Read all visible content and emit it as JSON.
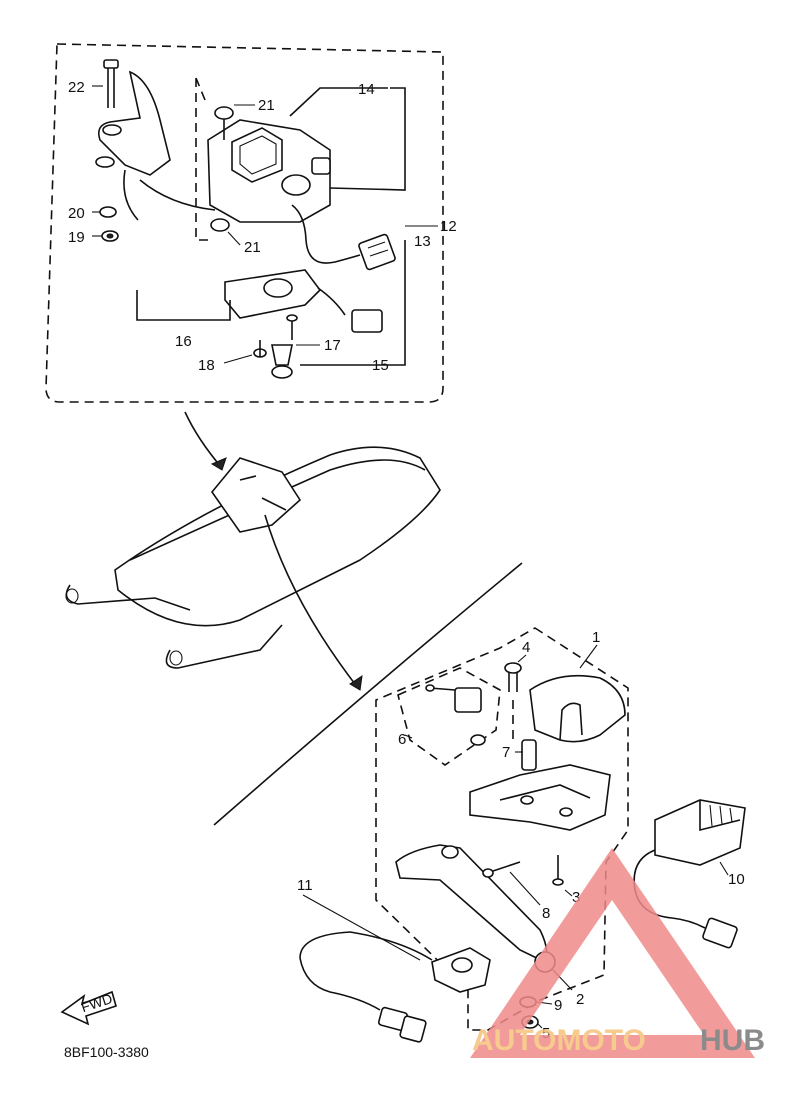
{
  "diagram_code": "8BF100-3380",
  "direction_label": "FWD",
  "watermark": {
    "part1": "AUTOMOTO",
    "part2": "HUB",
    "accent": "#f08a8a",
    "text_color": "#f5c27a",
    "hub_color": "#777777"
  },
  "callouts": [
    "1",
    "2",
    "3",
    "4",
    "5",
    "6",
    "7",
    "8",
    "9",
    "10",
    "11",
    "12",
    "13",
    "14",
    "15",
    "16",
    "17",
    "18",
    "19",
    "20",
    "21",
    "22"
  ]
}
